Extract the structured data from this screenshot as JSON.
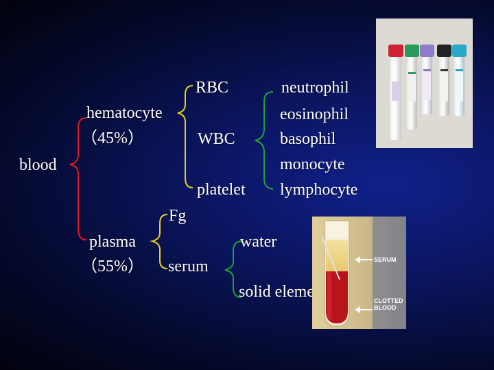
{
  "diagram": {
    "root": "blood",
    "hematocyte": "hematocyte",
    "hematocyte_pct": "（45%）",
    "rbc": "RBC",
    "wbc": "WBC",
    "platelet": "platelet",
    "wbc_types": [
      "neutrophil",
      "eosinophil",
      "basophil",
      "monocyte",
      "lymphocyte"
    ],
    "plasma": "plasma",
    "plasma_pct": "（55%）",
    "fg": "Fg",
    "serum": "serum",
    "water": "water",
    "solid_element": "solid element"
  },
  "tube_photo": {
    "cap_colors": [
      "#cc2233",
      "#2a9a5a",
      "#8e7cc8",
      "#222222",
      "#2aa8c8"
    ]
  },
  "centrifuge_photo": {
    "serum_label": "SERUM",
    "clotted_label": "CLOTTED\nBLOOD"
  },
  "colors": {
    "brace_red": "#e01a1a",
    "brace_yellow": "#e6d21e",
    "brace_green": "#1fa23a",
    "background": "#0b1560"
  }
}
